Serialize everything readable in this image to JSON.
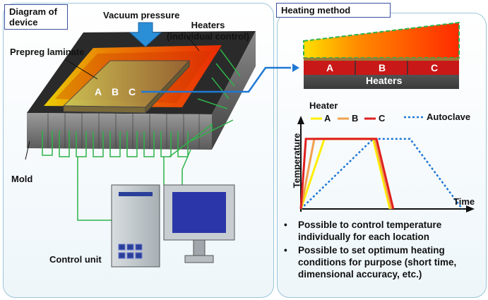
{
  "left_panel": {
    "title": "Diagram of\ndevice",
    "labels": {
      "vacuum": "Vacuum pressure",
      "heaters": "Heaters\n(individual control)",
      "prepreg": "Prepreg laminate",
      "mold": "Mold",
      "control_unit": "Control unit",
      "loc_a": "A",
      "loc_b": "B",
      "loc_c": "C"
    }
  },
  "right_panel": {
    "title": "Heating method",
    "heater_bar": {
      "a": "A",
      "b": "B",
      "c": "C",
      "heaters": "Heaters"
    },
    "legend": {
      "heater": "Heater",
      "a": "A",
      "b": "B",
      "c": "C",
      "autoclave": "Autoclave"
    },
    "colors": {
      "A": "#ffee00",
      "B": "#f0a050",
      "C": "#e02020",
      "Autoclave": "#1f78d4"
    },
    "bullets": [
      "Possible to control temperature individually for each location",
      "Possible to set optimum heating conditions for purpose (short time, dimensional accuracy, etc.)"
    ]
  },
  "chart_data": {
    "type": "line",
    "xlabel": "Time",
    "ylabel": "Temperature",
    "series": [
      {
        "name": "A",
        "x": [
          0,
          0.14,
          0.43,
          0.53
        ],
        "y": [
          0,
          0.8,
          0.8,
          0
        ]
      },
      {
        "name": "B",
        "x": [
          0,
          0.08,
          0.44,
          0.54
        ],
        "y": [
          0,
          0.8,
          0.8,
          0
        ]
      },
      {
        "name": "C",
        "x": [
          0,
          0.03,
          0.45,
          0.55
        ],
        "y": [
          0,
          0.8,
          0.8,
          0
        ]
      },
      {
        "name": "Autoclave",
        "x": [
          0,
          0.43,
          0.65,
          0.96
        ],
        "y": [
          0,
          0.8,
          0.8,
          0
        ]
      }
    ]
  }
}
